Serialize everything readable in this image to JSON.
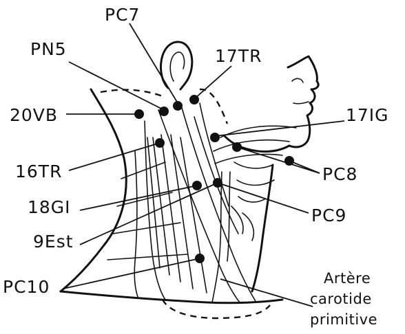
{
  "labels": {
    "pc7": "PC7",
    "pn5": "PN5",
    "tr17": "17TR",
    "vb20": "20VB",
    "ig17": "17IG",
    "tr16": "16TR",
    "pc8": "PC8",
    "gi18": "18GI",
    "pc9": "PC9",
    "est9": "9Est",
    "pc10": "PC10"
  },
  "caption": {
    "line1": "Artère",
    "line2": "carotide",
    "line3": "primitive"
  }
}
